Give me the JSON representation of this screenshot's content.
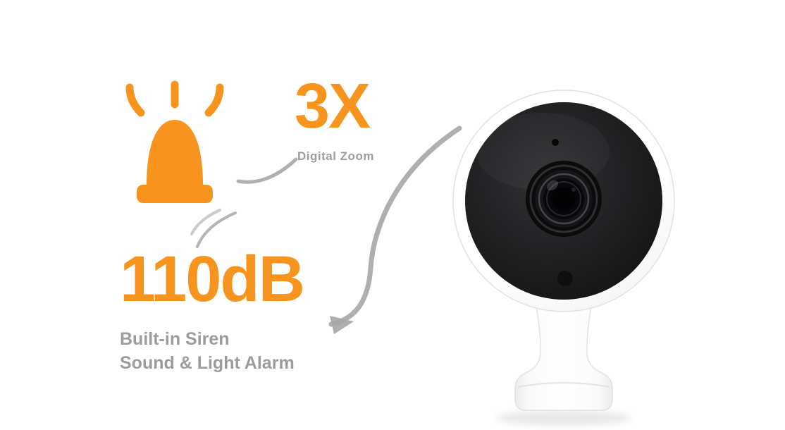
{
  "palette": {
    "accent_orange": "#f7941d",
    "caption_gray": "#9c9c9c",
    "arc_gray": "#a6a6a6",
    "camera_face_black": "#1a1a1c",
    "camera_body_white": "#ffffff",
    "background": "#ffffff"
  },
  "icons": {
    "siren": "siren-alarm-icon",
    "swoosh": "curved-swoosh-arrow"
  },
  "features": {
    "zoom": {
      "value": "3X",
      "label": "Digital Zoom"
    },
    "siren": {
      "value": "110dB",
      "label_line1": "Built-in Siren",
      "label_line2": "Sound & Light Alarm"
    }
  }
}
